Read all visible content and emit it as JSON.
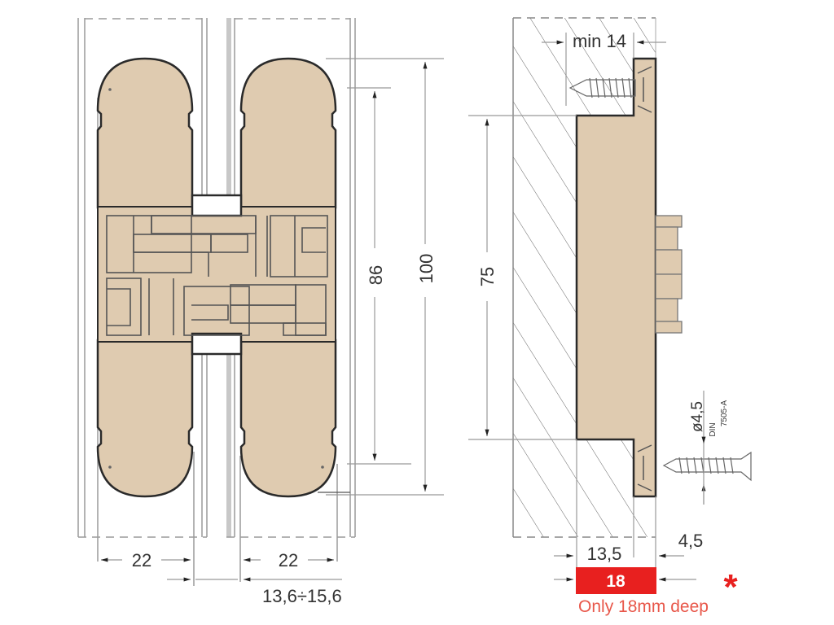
{
  "diagram": {
    "type": "technical drawing - concealed door hinge",
    "colors": {
      "hinge_fill": "#dfcbb0",
      "outline": "#2a2a2a",
      "dimension_line": "#999999",
      "frame_line": "#9a9a9a",
      "badge_red": "#e8201f",
      "note_red": "#e8574a"
    },
    "front_view": {
      "dimensions": {
        "height_outer": "100",
        "height_inner": "86",
        "width_left": "22",
        "width_right": "22",
        "gap_range": "13,6÷15,6"
      }
    },
    "side_view": {
      "dimensions": {
        "min_depth": "min 14",
        "body_height": "75",
        "depth_front": "13,5",
        "depth_back": "4,5",
        "total_depth": "18"
      },
      "screw": {
        "diameter": "ø4,5",
        "standard_line1": "DIN",
        "standard_line2": "7505-A"
      }
    },
    "note": {
      "asterisk": "*",
      "text": "Only 18mm deep"
    }
  }
}
